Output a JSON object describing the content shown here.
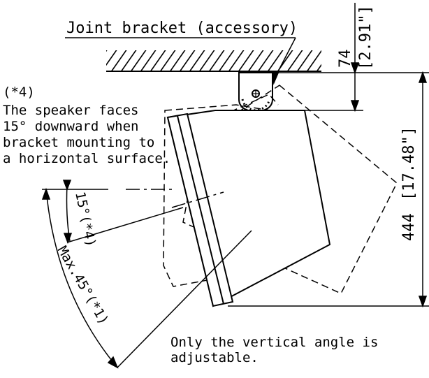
{
  "labels": {
    "joint_bracket": "Joint bracket (accessory)",
    "note_id": "(*4)",
    "note_lines": [
      "The speaker faces",
      "15° downward when",
      "bracket mounting to",
      "a horizontal surface."
    ],
    "angle_small": "15°(*4)",
    "angle_max": "Max.45°(*1)",
    "vertical_note_lines": [
      "Only the vertical angle is",
      "adjustable."
    ]
  },
  "dimensions": {
    "bracket_height_mm": "74",
    "bracket_height_in": "[2.91\"]",
    "total_height_mm": "444",
    "total_height_in": "[17.48\"]"
  },
  "colors": {
    "line": "#000000",
    "background": "#ffffff"
  }
}
